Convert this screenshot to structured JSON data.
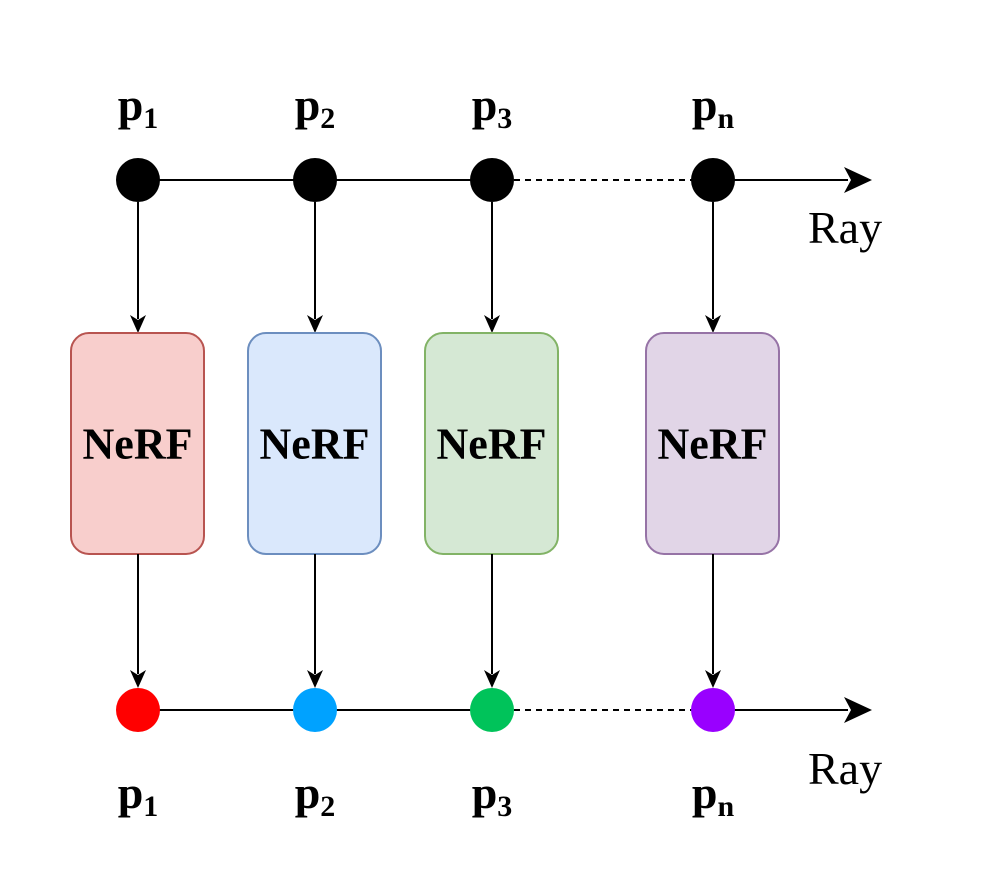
{
  "ray_label": "Ray",
  "points": [
    {
      "base": "p",
      "sub": "1",
      "box_label": "NeRF",
      "box_fill": "#f8cecc",
      "box_stroke": "#b85450",
      "out_color": "#ff0000"
    },
    {
      "base": "p",
      "sub": "2",
      "box_label": "NeRF",
      "box_fill": "#dae8fc",
      "box_stroke": "#6c8ebf",
      "out_color": "#00a2ff"
    },
    {
      "base": "p",
      "sub": "3",
      "box_label": "NeRF",
      "box_fill": "#d5e8d4",
      "box_stroke": "#82b366",
      "out_color": "#00c35a"
    },
    {
      "base": "p",
      "sub": "n",
      "box_label": "NeRF",
      "box_fill": "#e1d5e7",
      "box_stroke": "#9673a6",
      "out_color": "#9900ff"
    }
  ],
  "input_dot_color": "#000000"
}
